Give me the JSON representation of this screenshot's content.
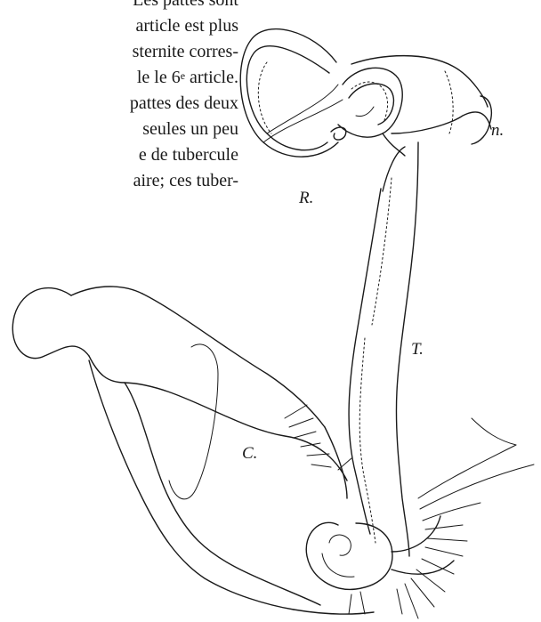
{
  "text_lines": [
    "Les pattes sont",
    "article est plus",
    "sternite corres-",
    "le le 6",
    "pattes des deux",
    "seules un peu",
    "e de tubercule",
    "aire; ces tuber-"
  ],
  "line4_sup": "e",
  "line4_rest": " article.",
  "figure": {
    "labels": {
      "n": "n.",
      "R": "R.",
      "T": "T.",
      "C": "C."
    },
    "colors": {
      "ink": "#1a1a1a"
    }
  }
}
